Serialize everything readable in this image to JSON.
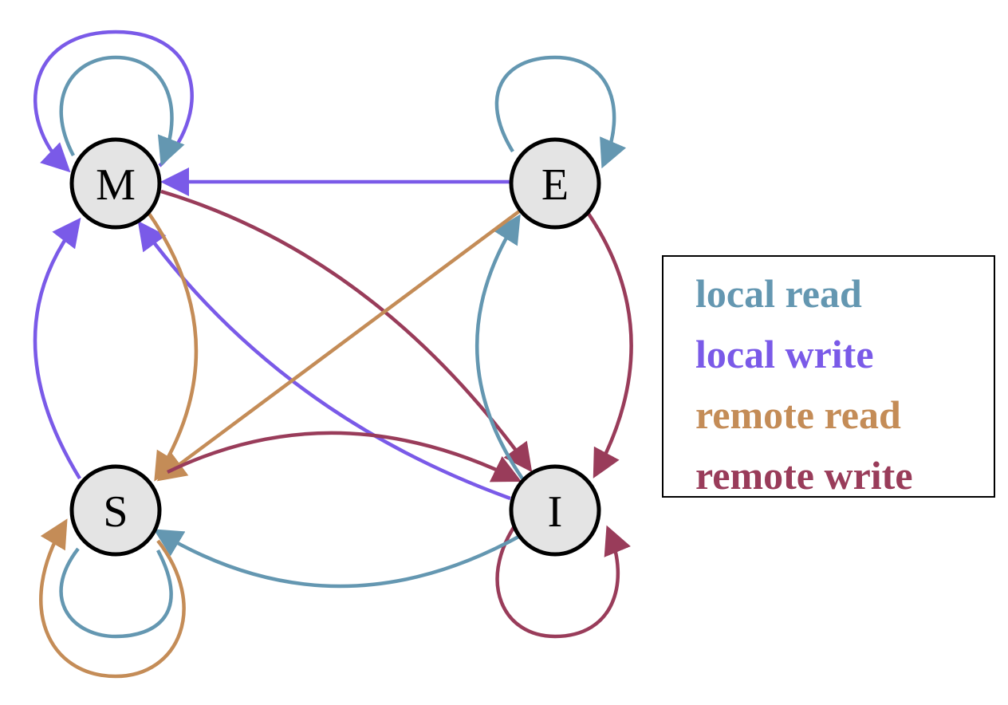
{
  "colors": {
    "local_read": "#6497b1",
    "local_write": "#7a5ae8",
    "remote_read": "#c48c57",
    "remote_write": "#993c5a",
    "node_fill": "#e4e4e4"
  },
  "nodes": {
    "M": "M",
    "E": "E",
    "S": "S",
    "I": "I"
  },
  "legend": [
    {
      "label": "local read",
      "color": "#6497b1"
    },
    {
      "label": "local write",
      "color": "#7a5ae8"
    },
    {
      "label": "remote read",
      "color": "#c48c57"
    },
    {
      "label": "remote write",
      "color": "#993c5a"
    }
  ],
  "edges": [
    {
      "from": "M",
      "to": "M",
      "type": "local_write"
    },
    {
      "from": "M",
      "to": "M",
      "type": "local_read"
    },
    {
      "from": "E",
      "to": "E",
      "type": "local_read"
    },
    {
      "from": "S",
      "to": "S",
      "type": "local_read"
    },
    {
      "from": "S",
      "to": "S",
      "type": "remote_read"
    },
    {
      "from": "I",
      "to": "I",
      "type": "remote_write"
    },
    {
      "from": "E",
      "to": "M",
      "type": "local_write"
    },
    {
      "from": "M",
      "to": "I",
      "type": "remote_write"
    },
    {
      "from": "E",
      "to": "I",
      "type": "remote_write"
    },
    {
      "from": "I",
      "to": "E",
      "type": "local_read"
    },
    {
      "from": "I",
      "to": "M",
      "type": "local_write"
    },
    {
      "from": "S",
      "to": "M",
      "type": "local_write"
    },
    {
      "from": "M",
      "to": "S",
      "type": "remote_read"
    },
    {
      "from": "E",
      "to": "S",
      "type": "remote_read"
    },
    {
      "from": "S",
      "to": "I",
      "type": "remote_write"
    },
    {
      "from": "I",
      "to": "S",
      "type": "local_read"
    }
  ]
}
